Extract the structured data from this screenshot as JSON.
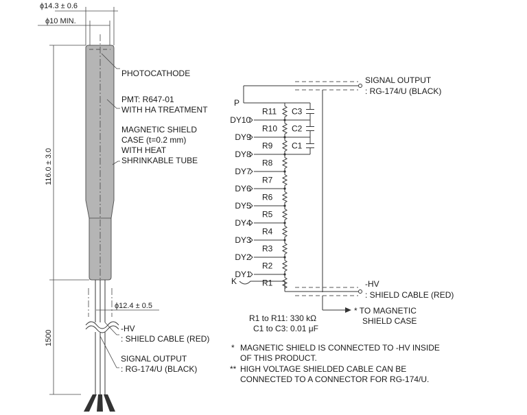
{
  "dimensions": {
    "outer_diameter": "ϕ14.3 ± 0.6",
    "inner_diameter": "ϕ10 MIN.",
    "length": "116.0 ± 3.0",
    "cable_diameter": "ϕ12.4 ± 0.5",
    "cable_length": "1500"
  },
  "labels": {
    "photocathode": "PHOTOCATHODE",
    "pmt_line1": "PMT: R647-01",
    "pmt_line2": "WITH HA TREATMENT",
    "shield_line1": "MAGNETIC SHIELD",
    "shield_line2": "CASE (t=0.2 mm)",
    "shield_line3": "WITH HEAT",
    "shield_line4": "SHRINKABLE TUBE",
    "hv_line1": "-HV",
    "hv_line2": ": SHIELD CABLE (RED)",
    "sig_line1": "SIGNAL OUTPUT",
    "sig_line2": ": RG-174/U (BLACK)"
  },
  "circuit": {
    "signal_line1": "SIGNAL OUTPUT",
    "signal_line2": ": RG-174/U (BLACK)",
    "hv_line1": "-HV",
    "hv_line2": ": SHIELD CABLE (RED)",
    "to_shield_line1": "* TO MAGNETIC",
    "to_shield_line2": "SHIELD CASE",
    "p": "P",
    "k": "K",
    "dynodes": [
      "DY10",
      "DY9",
      "DY8",
      "DY7",
      "DY6",
      "DY5",
      "DY4",
      "DY3",
      "DY2",
      "DY1"
    ],
    "resistors": [
      "R11",
      "R10",
      "R9",
      "R8",
      "R7",
      "R6",
      "R5",
      "R4",
      "R3",
      "R2",
      "R1"
    ],
    "capacitors": [
      "C3",
      "C2",
      "C1"
    ],
    "spec_line1": "R1 to R11: 330 kΩ",
    "spec_line2": "C1 to C3: 0.01 μF"
  },
  "notes": {
    "note1_mark": "*",
    "note1_line1": "MAGNETIC SHIELD IS CONNECTED TO -HV INSIDE",
    "note1_line2": "OF THIS PRODUCT.",
    "note2_mark": "**",
    "note2_line1": "HIGH VOLTAGE SHIELDED CABLE CAN BE",
    "note2_line2": "CONNECTED TO A CONNECTOR FOR RG-174/U."
  }
}
